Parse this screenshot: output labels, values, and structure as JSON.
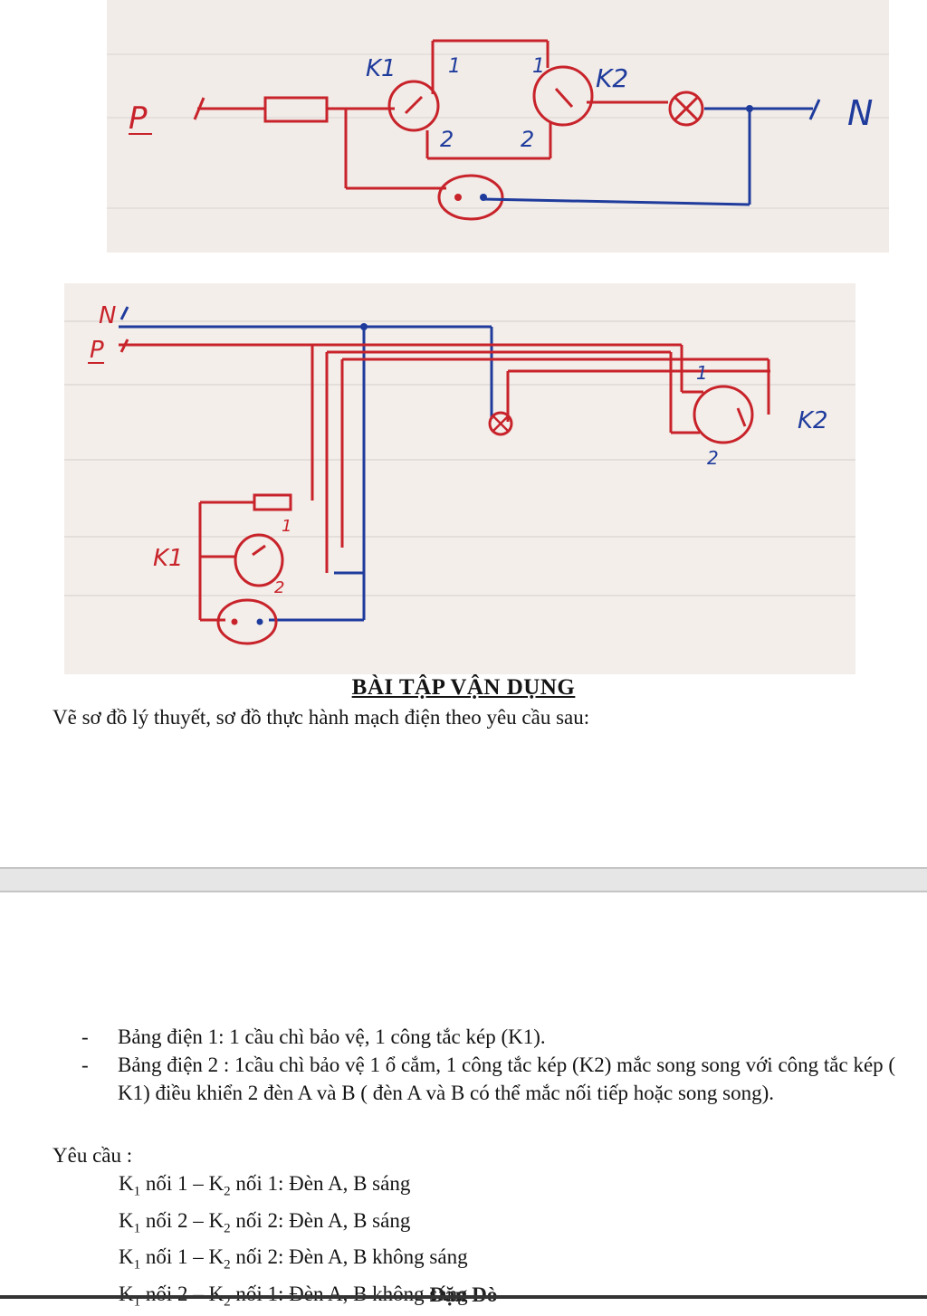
{
  "diagram_top": {
    "labels": {
      "phase": "P",
      "neutral": "N",
      "switch1": "K1",
      "switch2": "K2",
      "contact1": "1",
      "contact2": "2"
    }
  },
  "diagram_bottom": {
    "labels": {
      "neutral": "N",
      "phase": "P",
      "switch1": "K1",
      "switch2": "K2",
      "contact1": "1",
      "contact2": "2"
    }
  },
  "heading": "BÀI TẬP VẬN DỤNG",
  "intro": "Vẽ sơ đồ lý thuyết, sơ đồ thực hành mạch điện theo yêu cầu sau:",
  "bullets": [
    "Bảng điện 1: 1 cầu chì bảo vệ, 1 công tắc kép (K1).",
    "Bảng điện 2 : 1cầu chì bảo vệ 1 ổ cắm, 1 công tắc kép (K2) mắc song song với công tắc kép ( K1) điều khiển 2 đèn A và B ( đèn A và B có thể mắc nối tiếp hoặc song song)."
  ],
  "bullet_marker": "-",
  "requirements_label": "Yêu cầu :",
  "requirements": [
    {
      "k1": "K",
      "k1_sub": "1",
      "mid": " nối 1 – K",
      "k2_sub": "2",
      "rest": " nối 1: Đèn A, B sáng"
    },
    {
      "k1": "K",
      "k1_sub": "1",
      "mid": " nối 2 – K",
      "k2_sub": "2",
      "rest": " nối 2: Đèn A, B sáng"
    },
    {
      "k1": "K",
      "k1_sub": "1",
      "mid": " nối 1 – K",
      "k2_sub": "2",
      "rest": " nối 2: Đèn A, B không sáng"
    },
    {
      "k1": "K",
      "k1_sub": "1",
      "mid": " nối 2 – K",
      "k2_sub": "2",
      "rest": " nối 1: Đèn A, B không sáng"
    }
  ],
  "footer_cut": "Dặn Dò",
  "colors": {
    "red_wire": "#c8232a",
    "blue_wire": "#1f3b9c",
    "paper": "#f3eeea"
  }
}
